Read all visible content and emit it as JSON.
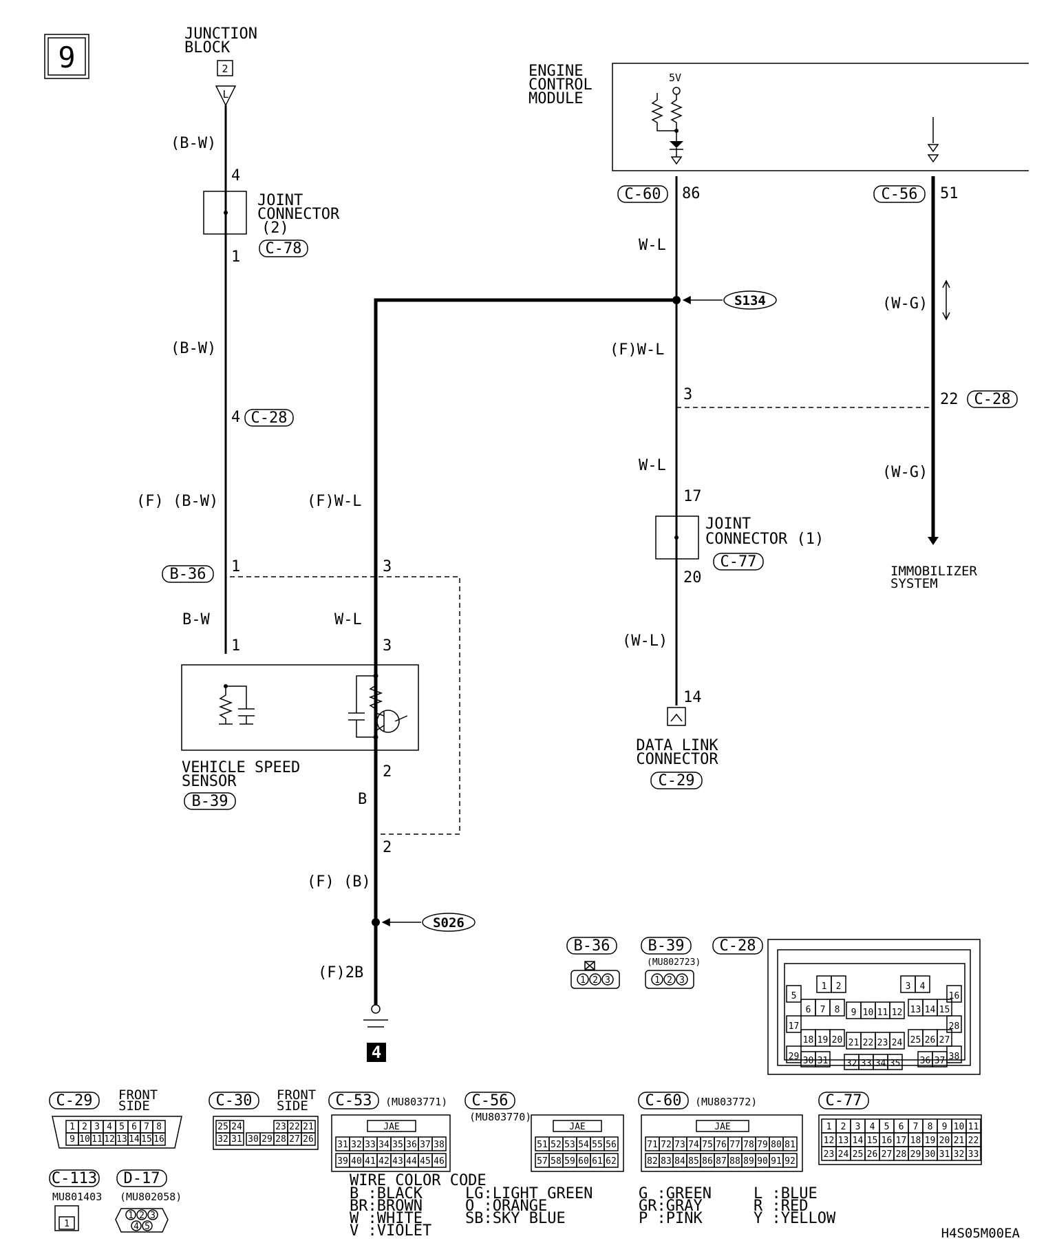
{
  "page_number": "9",
  "figure_code": "H4S05M00EA",
  "junction_block": {
    "line1": "JUNCTION",
    "line2": "BLOCK",
    "fuse": "2",
    "terminal": "L"
  },
  "ecm": {
    "line1": "ENGINE",
    "line2": "CONTROL",
    "line3": "MODULE",
    "voltage": "5V"
  },
  "joint_connector_2": {
    "line1": "JOINT",
    "line2": "CONNECTOR",
    "line3": "(2)",
    "id": "C-78",
    "pin_in": "4",
    "pin_out": "1"
  },
  "joint_connector_1": {
    "line1": "JOINT",
    "line2": "CONNECTOR (1)",
    "id": "C-77",
    "pin_in": "17",
    "pin_out": "20"
  },
  "vss": {
    "line1": "VEHICLE SPEED",
    "line2": "SENSOR",
    "id": "B-39"
  },
  "dlc": {
    "line1": "DATA LINK",
    "line2": "CONNECTOR",
    "id": "C-29",
    "pin": "14"
  },
  "immobilizer": {
    "line1": "IMMOBILIZER",
    "line2": "SYSTEM"
  },
  "ground": {
    "number": "4"
  },
  "splices": {
    "s134": "S134",
    "s026": "S026"
  },
  "wires": {
    "bw1": "(B-W)",
    "bw2": "(B-W)",
    "fbw": "(F) (B-W)",
    "bw3": "B-W",
    "fwl_left": "(F)W-L",
    "wl_left": "W-L",
    "b": "B",
    "fb": "(F) (B)",
    "f2b": "(F)2B",
    "wl_top": "W-L",
    "fwl_right": "(F)W-L",
    "wl_mid": "W-L",
    "wl_paren": "(W-L)",
    "wg1": "(W-G)",
    "wg2": "(W-G)"
  },
  "connectors": {
    "c60": "C-60",
    "c60_pin": "86",
    "c56": "C-56",
    "c56_pin": "51",
    "c28_mid": "C-28",
    "c28_mid_pin": "4",
    "c28_right": "C-28",
    "c28_right_pin": "22",
    "c28_left_pin3": "3",
    "b36": "B-36",
    "b36_pin": "1",
    "b36_pin3": "3",
    "vss_pin1": "1",
    "vss_pin3": "3",
    "vss_pin2": "2",
    "lower_pin2": "2"
  },
  "views": {
    "b36": {
      "id": "B-36",
      "pins": [
        "1",
        "2",
        "3"
      ]
    },
    "b39": {
      "id": "B-39",
      "part": "(MU802723)",
      "pins": [
        "1",
        "2",
        "3"
      ]
    },
    "c28": {
      "id": "C-28",
      "rows": [
        [
          "1",
          "2",
          "3",
          "4"
        ],
        [
          "5",
          "16"
        ],
        [
          "6",
          "7",
          "8",
          "9",
          "10",
          "11",
          "12",
          "13",
          "14",
          "15"
        ],
        [
          "17",
          "28"
        ],
        [
          "18",
          "19",
          "20",
          "21",
          "22",
          "23",
          "24",
          "25",
          "26",
          "27"
        ],
        [
          "29",
          "38"
        ],
        [
          "30",
          "31",
          "32",
          "33",
          "34",
          "35",
          "36",
          "37"
        ]
      ]
    },
    "c29": {
      "id": "C-29",
      "note1": "FRONT",
      "note2": "SIDE",
      "row1": [
        "1",
        "2",
        "3",
        "4",
        "5",
        "6",
        "7",
        "8"
      ],
      "row2": [
        "9",
        "10",
        "11",
        "12",
        "13",
        "14",
        "15",
        "16"
      ]
    },
    "c30": {
      "id": "C-30",
      "note1": "FRONT",
      "note2": "SIDE",
      "row1": [
        "25",
        "24",
        "23",
        "22",
        "21"
      ],
      "row2": [
        "32",
        "31",
        "30",
        "29",
        "28",
        "27",
        "26"
      ]
    },
    "c53": {
      "id": "C-53",
      "part": "(MU803771)",
      "brand": "JAE",
      "row1": [
        "31",
        "32",
        "33",
        "34",
        "35",
        "36",
        "37",
        "38"
      ],
      "row2": [
        "39",
        "40",
        "41",
        "42",
        "43",
        "44",
        "45",
        "46"
      ]
    },
    "c56": {
      "id": "C-56",
      "part": "(MU803770)",
      "brand": "JAE",
      "row1": [
        "51",
        "52",
        "53",
        "54",
        "55",
        "56"
      ],
      "row2": [
        "57",
        "58",
        "59",
        "60",
        "61",
        "62"
      ]
    },
    "c60": {
      "id": "C-60",
      "part": "(MU803772)",
      "brand": "JAE",
      "row1": [
        "71",
        "72",
        "73",
        "74",
        "75",
        "76",
        "77",
        "78",
        "79",
        "80",
        "81"
      ],
      "row2": [
        "82",
        "83",
        "84",
        "85",
        "86",
        "87",
        "88",
        "89",
        "90",
        "91",
        "92"
      ]
    },
    "c77": {
      "id": "C-77",
      "row1": [
        "1",
        "2",
        "3",
        "4",
        "5",
        "6",
        "7",
        "8",
        "9",
        "10",
        "11"
      ],
      "row2": [
        "12",
        "13",
        "14",
        "15",
        "16",
        "17",
        "18",
        "19",
        "20",
        "21",
        "22"
      ],
      "row3": [
        "23",
        "24",
        "25",
        "26",
        "27",
        "28",
        "29",
        "30",
        "31",
        "32",
        "33"
      ]
    },
    "c113": {
      "id": "C-113",
      "part": "MU801403",
      "pins": [
        "1"
      ]
    },
    "d17": {
      "id": "D-17",
      "part": "(MU802058)",
      "row1": [
        "1",
        "2",
        "3"
      ],
      "row2": [
        "4",
        "5"
      ]
    }
  },
  "legend": {
    "title": "WIRE COLOR CODE",
    "items": [
      "B :BLACK",
      "BR:BROWN",
      "W :WHITE",
      "V :VIOLET",
      "LG:LIGHT GREEN",
      "O :ORANGE",
      "SB:SKY BLUE",
      "G :GREEN",
      "GR:GRAY",
      "P :PINK",
      "L :BLUE",
      "R :RED",
      "Y :YELLOW"
    ]
  }
}
